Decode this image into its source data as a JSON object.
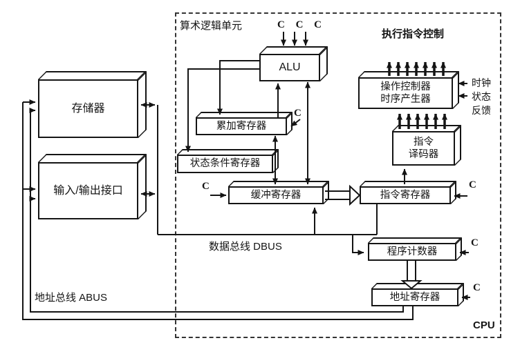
{
  "diagram": {
    "title_labels": {
      "alu_section": "算术逻辑单元",
      "exec_control": "执行指令控制",
      "ccc": "C C C",
      "dbus": "数据总线 DBUS",
      "abus": "地址总线 ABUS",
      "cpu": "CPU"
    },
    "control_inputs": {
      "clock": "时钟",
      "status": "状态",
      "feedback": "反馈"
    },
    "c_label": "C",
    "boxes": {
      "memory": "存储器",
      "io_interface": "输入/输出接口",
      "alu": "ALU",
      "accumulator": "累加寄存器",
      "status_register": "状态条件寄存器",
      "buffer_register": "缓冲寄存器",
      "instruction_register": "指令寄存器",
      "instruction_decoder": [
        "指令",
        "译码器"
      ],
      "operation_controller": [
        "操作控制器",
        "时序产生器"
      ],
      "program_counter": "程序计数器",
      "address_register": "地址寄存器"
    },
    "colors": {
      "ink": "#141414",
      "background": "#ffffff"
    }
  }
}
